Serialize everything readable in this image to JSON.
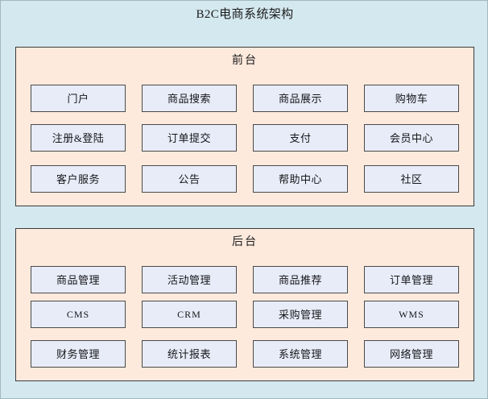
{
  "diagram": {
    "title": "B2C电商系统架构",
    "background_color": "#d4e8ef",
    "panel_color": "#fdeadd",
    "node_color": "#e8ecf8",
    "border_color": "#3c3c3c"
  },
  "panels": [
    {
      "id": "frontend",
      "title": "前台",
      "rows": [
        [
          {
            "label": "门户"
          },
          {
            "label": "商品搜索"
          },
          {
            "label": "商品展示"
          },
          {
            "label": "购物车"
          }
        ],
        [
          {
            "label": "注册&登陆"
          },
          {
            "label": "订单提交"
          },
          {
            "label": "支付"
          },
          {
            "label": "会员中心"
          }
        ],
        [
          {
            "label": "客户服务"
          },
          {
            "label": "公告"
          },
          {
            "label": "帮助中心"
          },
          {
            "label": "社区"
          }
        ]
      ]
    },
    {
      "id": "backend",
      "title": "后台",
      "rows": [
        [
          {
            "label": "商品管理"
          },
          {
            "label": "活动管理"
          },
          {
            "label": "商品推荐"
          },
          {
            "label": "订单管理"
          }
        ],
        [
          {
            "label": "CMS"
          },
          {
            "label": "CRM"
          },
          {
            "label": "采购管理"
          },
          {
            "label": "WMS"
          }
        ],
        [
          {
            "label": "财务管理"
          },
          {
            "label": "统计报表"
          },
          {
            "label": "系统管理"
          },
          {
            "label": "网络管理"
          }
        ]
      ]
    }
  ]
}
